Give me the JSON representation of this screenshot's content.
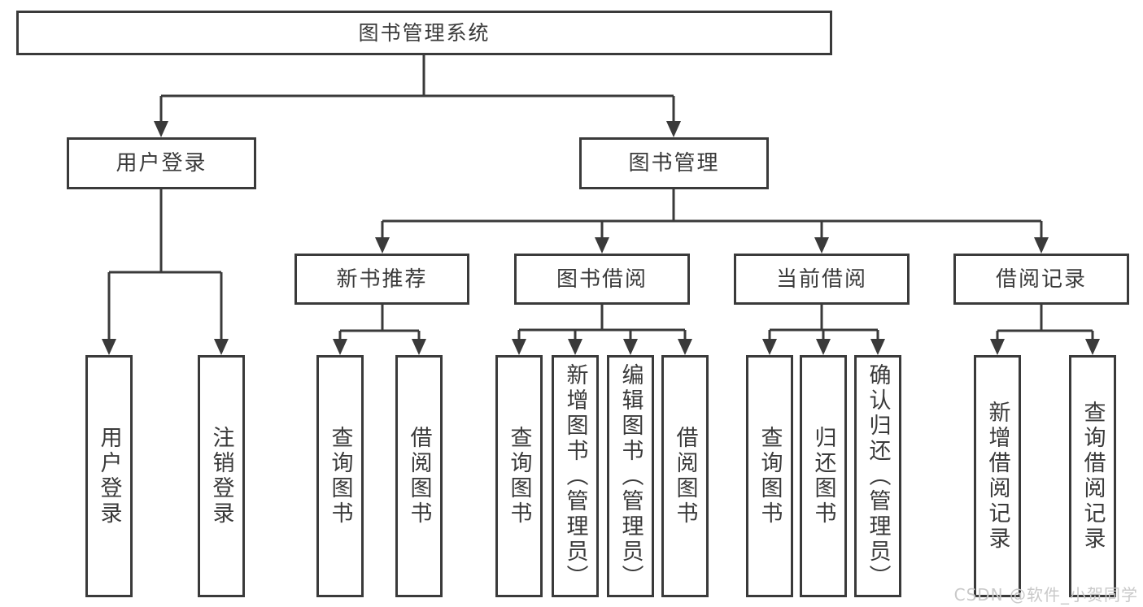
{
  "diagram": {
    "root": {
      "label": "图书管理系统"
    },
    "branches": [
      {
        "label": "用户登录",
        "children": [
          "用户登录",
          "注销登录"
        ]
      },
      {
        "label": "图书管理",
        "groups": [
          {
            "label": "新书推荐",
            "children": [
              "查询图书",
              "借阅图书"
            ]
          },
          {
            "label": "图书借阅",
            "children": [
              "查询图书",
              "新增图书（管理员）",
              "编辑图书（管理员）",
              "借阅图书"
            ]
          },
          {
            "label": "当前借阅",
            "children": [
              "查询图书",
              "归还图书",
              "确认归还（管理员）"
            ]
          },
          {
            "label": "借阅记录",
            "children": [
              "新增借阅记录",
              "查询借阅记录"
            ]
          }
        ]
      }
    ]
  },
  "watermark": {
    "text": "CSDN @软件_小贺同学"
  },
  "colors": {
    "line": "#3a3a3a",
    "text": "#3a3a3a",
    "background": "#ffffff",
    "watermark": "#c9c9c9"
  }
}
